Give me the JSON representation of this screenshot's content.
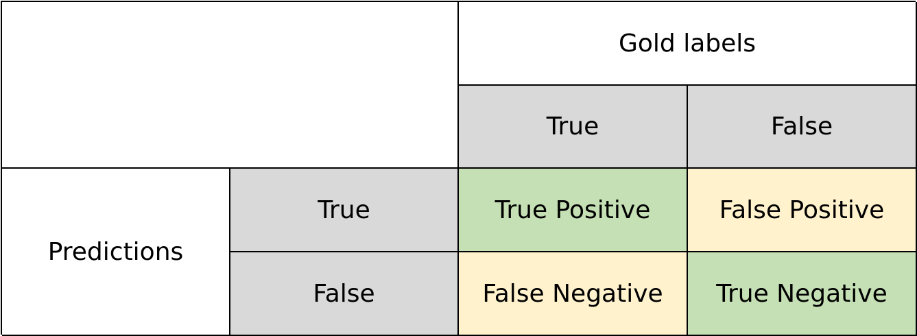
{
  "gold_labels": {
    "header": "Gold labels",
    "true_label": "True",
    "false_label": "False"
  },
  "predictions": {
    "header": "Predictions",
    "true_label": "True",
    "false_label": "False"
  },
  "matrix": {
    "true_positive": "True Positive",
    "false_positive": "False Positive",
    "false_negative": "False Negative",
    "true_negative": "True Negative"
  },
  "colors": {
    "header_gray": "#d9d9d9",
    "correct_green": "#c5e0b4",
    "error_yellow": "#fff2cc",
    "border": "#000000"
  }
}
